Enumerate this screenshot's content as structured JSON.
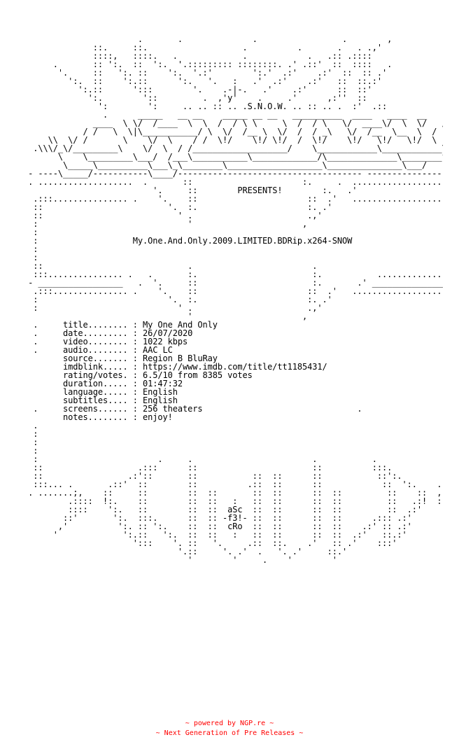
{
  "nfo": {
    "art": "                       .       .              .                 .        ,\n              ::.     ::.                   .          .       .   . .,'\n              ::::,   ::::.   .             .            .   .:: .::::\n      .       :: ':.  ::  ':.  '.::::::::: ::::::::. .' .::'  ::  ::::   .\n       '.     ::   ':. ::    ':.  '.:'        ':.'  .:'    .:'  ::  :: .'\n         ':.  ::    ':.::      ':.   '.   :   .'  .:'    .:'   ::  ::.:'\n           ':.::      ':::        '.    .-|-.   .'    .:'      ::  ::'\n             ':.        '::         .  ,'y'    .     .'      ,:''  ::\n               ':        ':     .. .. :: .. .S.N.O.W. .. :: .. .  :'  .::\n                .      _____   __ __    _____ __ __   __________  ____   ____  __    __\n              ____  \\ \\/  /____  \\  \\  /  / \\ \\     \\  /  / \\   \\/  ____\\/  \\  \\/   /\n            / /   \\  \\|\\___________/ \\  \\/  /__ \\  \\/  /  / _\\   \\/  /__  \\__  \\  /   /\n     \\\\  \\/ /       \\    \\/  \\    / /  \\!/    \\!/ \\!/  /  \\!/    \\!/   \\!/   \\!/  \\  //\n  .\\\\\\/_\\/_________\\    \\/  \\  / /___________________/    \\____________\\____________\\//. \n       \\    \\_________\\___/  /___\\___________\\_____________/\\______________\\________f3!\n        \\_____\\__________\\___\\_\\________\\___________________\\_______________\\___/\n - ----\\_____/-----------\\____/------------------------------------- ---------------------- -",
    "presents": "PRESENTS!",
    "release_name": "My.One.And.Only.2009.LIMITED.BDRip.x264-SNOW",
    "info_lines": [
      "title........ : My One And Only",
      "date......... : 26/07/2020",
      "video........ : 1022 kbps",
      "audio........ : AAC LC",
      "source....... : Region B BluRay",
      "imdblink..... : https://www.imdb.com/title/tt1185431/",
      "rating/votes. : 6.5/10 from 8385 votes",
      "duration..... : 01:47:32",
      "language..... : English",
      "subtitles.... : English",
      "screens...... : 256 theaters",
      "notes........ : enjoy!"
    ],
    "credits": [
      "aSc",
      "-f3!-",
      "cRo"
    ]
  },
  "footer": {
    "line1": "~ powered by NGP.re ~",
    "line2": "~ Next Generation of Pre Releases ~",
    "color": "#ff0000"
  }
}
